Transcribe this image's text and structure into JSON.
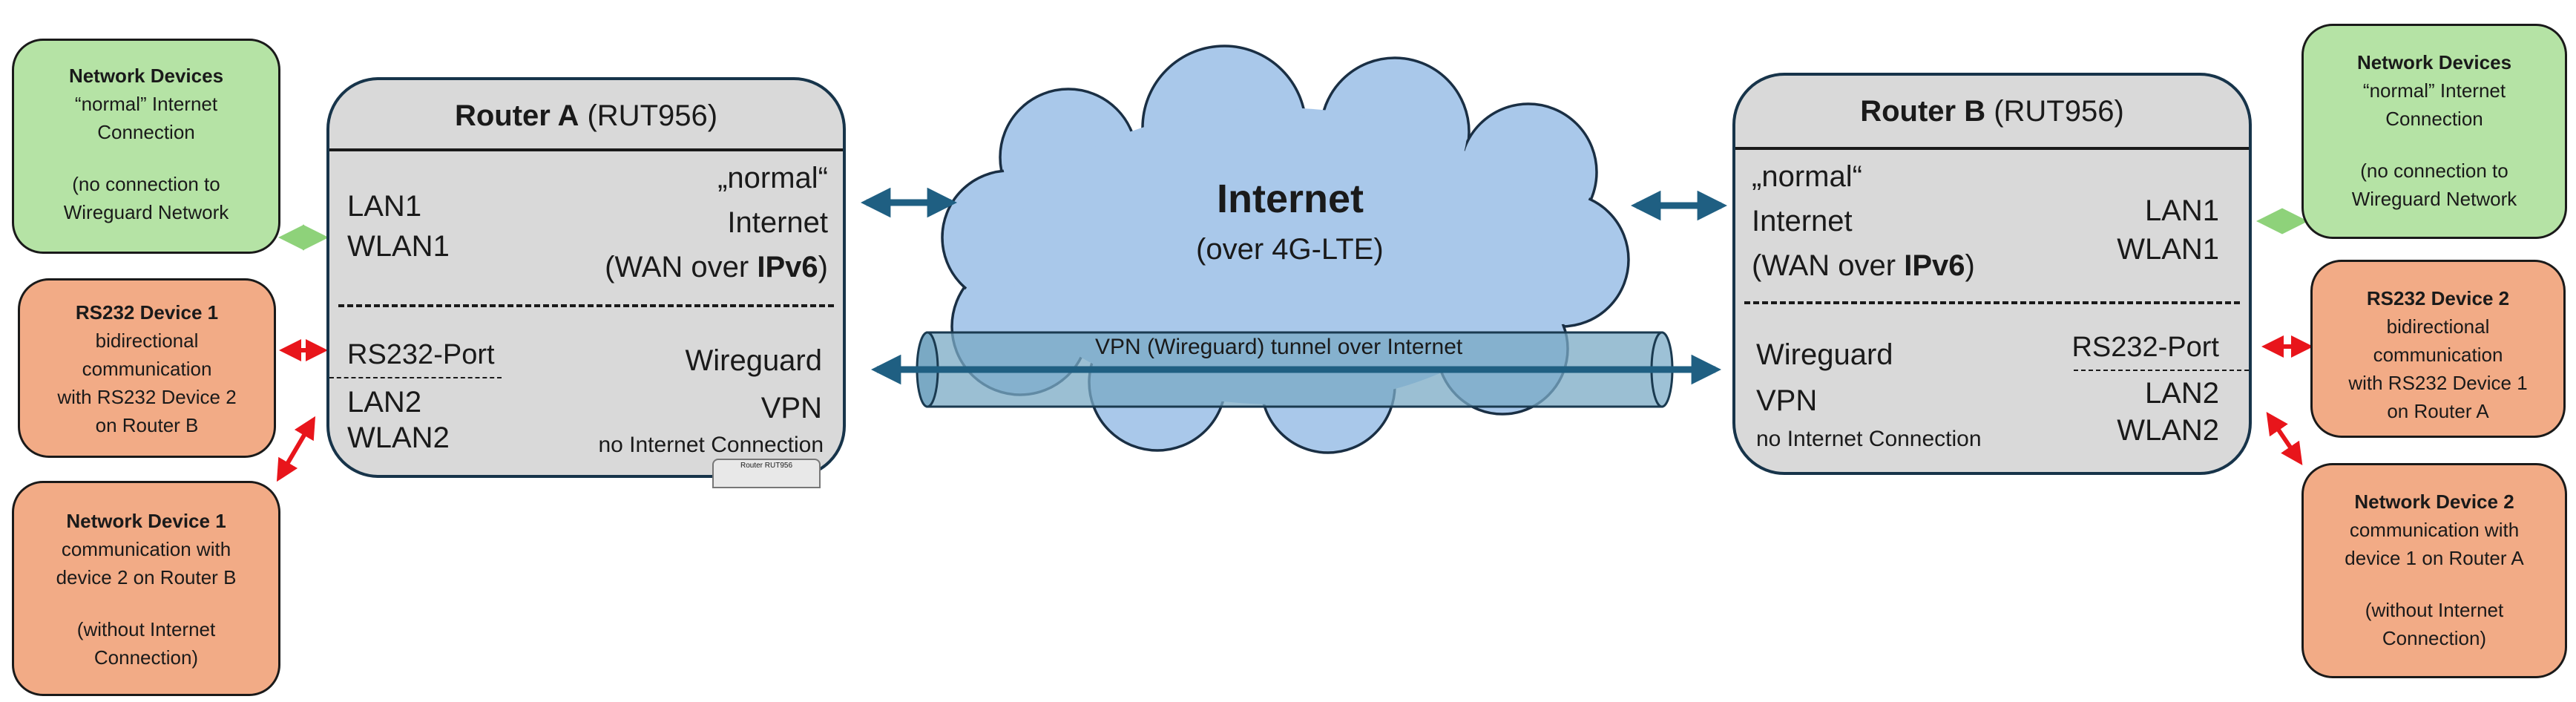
{
  "left_devices": {
    "network_devices": {
      "title": "Network Devices",
      "line1": "“normal” Internet",
      "line2": "Connection",
      "line3": "(no connection to",
      "line4": "Wireguard Network"
    },
    "rs232_device": {
      "title": "RS232 Device 1",
      "line1": "bidirectional",
      "line2": "communication",
      "line3": "with RS232 Device 2",
      "line4": "on Router B"
    },
    "network_device": {
      "title": "Network Device 1",
      "line1": "communication with",
      "line2": "device 2 on Router B",
      "line3": "(without Internet",
      "line4": "Connection)"
    }
  },
  "router_a": {
    "title_bold": "Router A",
    "title_model": "(RUT956)",
    "lan_line1": "LAN1",
    "lan_line2": "WLAN1",
    "internet_line1": "„normal“",
    "internet_line2": "Internet",
    "internet_line3_pre": "(WAN over",
    "internet_line3_bold": "IPv6",
    "internet_line3_post": ")",
    "rs232_port": "RS232-Port",
    "lan2_line1": "LAN2",
    "lan2_line2": "WLAN2",
    "vpn_line1": "Wireguard",
    "vpn_line2": "VPN",
    "no_internet": "no Internet Connection",
    "tab_label": "Router RUT956"
  },
  "internet": {
    "title": "Internet",
    "subtitle": "(over 4G-LTE)",
    "tunnel_label": "VPN (Wireguard) tunnel over Internet"
  },
  "router_b": {
    "title_bold": "Router B",
    "title_model": "(RUT956)",
    "internet_line1": "„normal“",
    "internet_line2": "Internet",
    "internet_line3_pre": "(WAN over",
    "internet_line3_bold": "IPv6",
    "internet_line3_post": ")",
    "lan_line1": "LAN1",
    "lan_line2": "WLAN1",
    "vpn_line1": "Wireguard",
    "vpn_line2": "VPN",
    "no_internet": "no Internet Connection",
    "rs232_port": "RS232-Port",
    "lan2_line1": "LAN2",
    "lan2_line2": "WLAN2"
  },
  "right_devices": {
    "network_devices": {
      "title": "Network Devices",
      "line1": "“normal” Internet",
      "line2": "Connection",
      "line3": "(no connection to",
      "line4": "Wireguard Network"
    },
    "rs232_device": {
      "title": "RS232 Device 2",
      "line1": "bidirectional",
      "line2": "communication",
      "line3": "with RS232 Device 1",
      "line4": "on Router A"
    },
    "network_device": {
      "title": "Network Device 2",
      "line1": "communication with",
      "line2": "device 1 on Router A",
      "line3": "(without Internet",
      "line4": "Connection)"
    }
  },
  "colors": {
    "green_box": "#b5e3a5",
    "orange_box": "#f2ab86",
    "router_fill": "#d9d9d9",
    "cloud_fill": "#a9c8ea",
    "tunnel_fill": "#7aa9c4",
    "blue_arrow": "#1f5f82",
    "red_arrow": "#e8151b",
    "green_arrow": "#8ed27a"
  }
}
